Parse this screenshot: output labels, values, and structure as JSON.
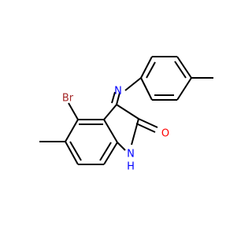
{
  "molecule": {
    "atoms": {
      "bromine": {
        "label": "Br",
        "color": "#a52a2a"
      },
      "imine_nitrogen": {
        "label": "N",
        "color": "#0000ff"
      },
      "carbonyl_oxygen": {
        "label": "O",
        "color": "#ff0000"
      },
      "amide_nh": {
        "label": "N",
        "color": "#0000ff"
      },
      "amide_h": {
        "label": "H",
        "color": "#0000ff"
      }
    },
    "bond_color": "#000000"
  }
}
